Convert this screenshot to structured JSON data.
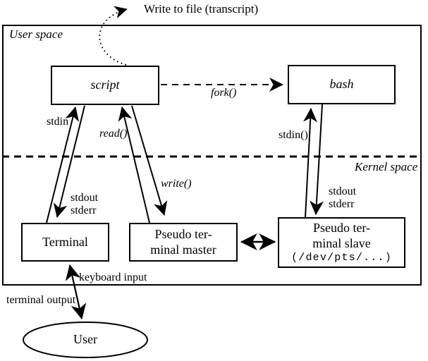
{
  "colors": {
    "ink": "#000000",
    "background": "#ffffff"
  },
  "annotations": {
    "transcript": "Write to file (transcript)"
  },
  "regions": {
    "user_space": "User space",
    "kernel_space": "Kernel space"
  },
  "nodes": {
    "script": {
      "label": "script"
    },
    "bash": {
      "label": "bash"
    },
    "terminal": {
      "label": "Terminal"
    },
    "pty_master": {
      "line1": "Pseudo ter-",
      "line2": "minal master"
    },
    "pty_slave": {
      "line1": "Pseudo ter-",
      "line2": "minal slave",
      "line3": "(/dev/pts/...)"
    },
    "user": {
      "label": "User"
    }
  },
  "edges": {
    "fork": "fork()",
    "stdin": "stdin",
    "read": "read()",
    "write": "write()",
    "stdin_call": "stdin()",
    "stdout_terminal": "stdout",
    "stderr_terminal": "stderr",
    "stdout_slave": "stdout",
    "stderr_slave": "stderr",
    "keyboard_input": "keyboard input",
    "terminal_output": "terminal output"
  }
}
